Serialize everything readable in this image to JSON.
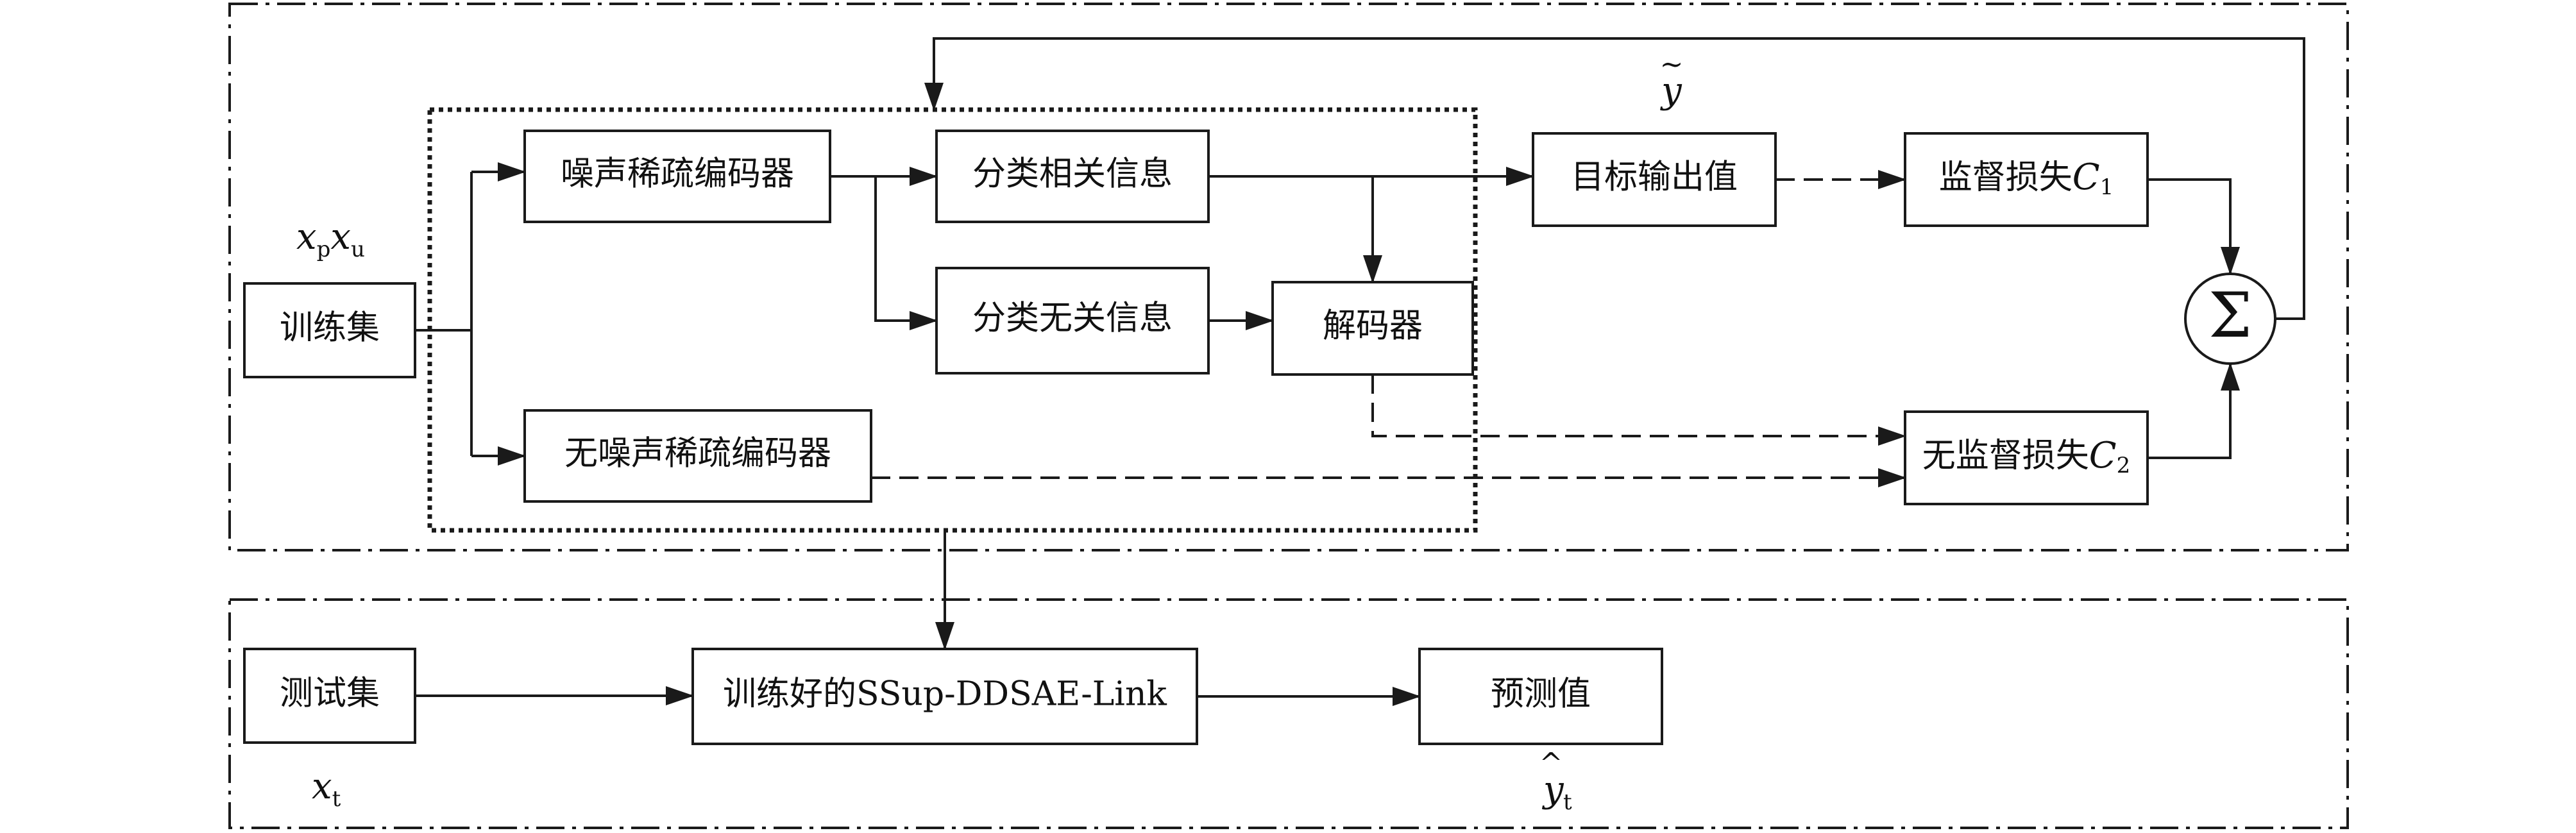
{
  "nodes": {
    "train_set": "训练集",
    "noisy_encoder": "噪声稀疏编码器",
    "clean_encoder": "无噪声稀疏编码器",
    "class_related": "分类相关信息",
    "class_unrelated": "分类无关信息",
    "decoder": "解码器",
    "target_output": "目标输出值",
    "sup_loss": "监督损失",
    "sup_loss_var": "C",
    "sup_loss_sub": "1",
    "unsup_loss": "无监督损失",
    "unsup_loss_var": "C",
    "unsup_loss_sub": "2",
    "sum_symbol": "Σ",
    "test_set": "测试集",
    "trained_model": "训练好的SSup-DDSAE-Link",
    "prediction": "预测值"
  },
  "annotations": {
    "train_input_a": "x",
    "train_input_a_sub": "p",
    "train_input_b": "x",
    "train_input_b_sub": "u",
    "y_tilde": "y",
    "y_tilde_accent": "~",
    "test_input": "x",
    "test_input_sub": "t",
    "y_hat": "y",
    "y_hat_accent": "^",
    "y_hat_sub": "t"
  }
}
